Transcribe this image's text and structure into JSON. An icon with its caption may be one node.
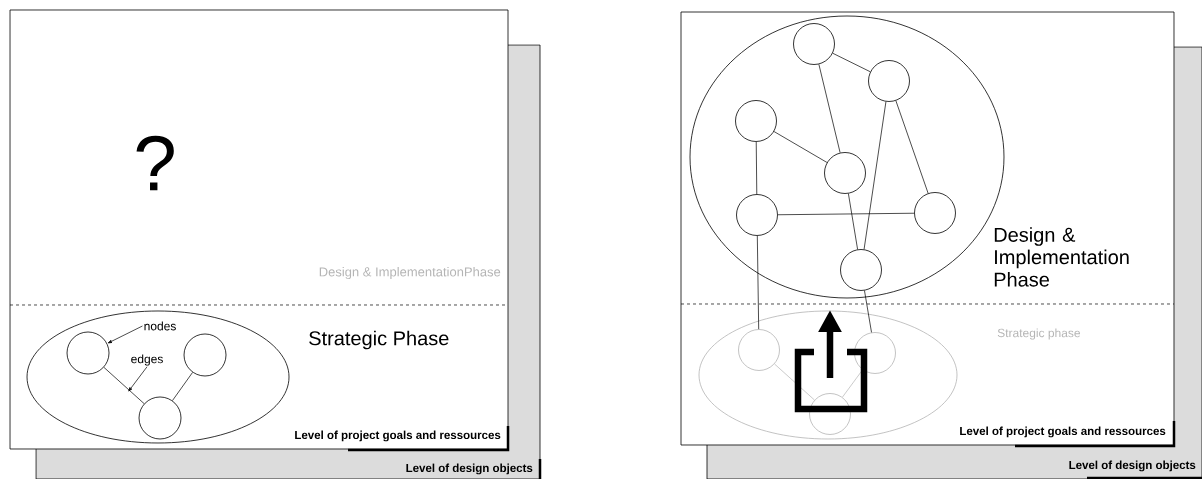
{
  "diagram": {
    "nodes": [
      {
        "text": [
          "?",
          "Design & ImplementationPhase",
          "Strategic Phase",
          "Level of project goals and ressources"
        ]
      },
      {
        "text": [],
        "shape": "ellipse",
        "in": 0
      },
      {
        "text": [],
        "shape": "circle",
        "in": 1
      },
      {
        "text": [],
        "shape": "circle",
        "in": 1
      },
      {
        "text": [],
        "shape": "circle",
        "in": 1
      },
      {
        "text": [
          "nodes"
        ],
        "in": 1
      },
      {
        "text": [
          "edges"
        ],
        "in": 1
      },
      {
        "text": [
          "Design & Implementation Phase",
          "Strategic phase",
          "Level of project goals and ressources"
        ]
      },
      {
        "text": [],
        "shape": "ellipse",
        "in": 7
      },
      {
        "text": [],
        "shape": "circle",
        "in": 8
      },
      {
        "text": [],
        "shape": "circle",
        "in": 8
      },
      {
        "text": [],
        "shape": "circle",
        "in": 8
      },
      {
        "text": [],
        "shape": "circle",
        "in": 8
      },
      {
        "text": [],
        "shape": "circle",
        "in": 8
      },
      {
        "text": [],
        "shape": "circle",
        "in": 8
      },
      {
        "text": [],
        "shape": "circle",
        "in": 8
      },
      {
        "text": [],
        "shape": "ellipse",
        "in": 7
      },
      {
        "text": [],
        "shape": "circle",
        "in": 16
      },
      {
        "text": [],
        "shape": "circle",
        "in": 16
      },
      {
        "text": [],
        "shape": "circle",
        "in": 16
      }
    ],
    "edges": [
      {
        "from": 2,
        "to": 4,
        "arrow": "none"
      },
      {
        "from": 3,
        "to": 4,
        "arrow": "none"
      },
      {
        "from": 5,
        "to": 2,
        "arrow": "to"
      },
      {
        "from": 6,
        "to": null,
        "arrow": "to"
      },
      {
        "from": 9,
        "to": 10,
        "arrow": "none"
      },
      {
        "from": 9,
        "to": 12,
        "arrow": "none"
      },
      {
        "from": 11,
        "to": 12,
        "arrow": "none"
      },
      {
        "from": 11,
        "to": 13,
        "arrow": "none"
      },
      {
        "from": 10,
        "to": 15,
        "arrow": "none"
      },
      {
        "from": 10,
        "to": 14,
        "arrow": "none"
      },
      {
        "from": 13,
        "to": 14,
        "arrow": "none"
      },
      {
        "from": 12,
        "to": 15,
        "arrow": "none"
      },
      {
        "from": 13,
        "to": 17,
        "arrow": "none"
      },
      {
        "from": 15,
        "to": 18,
        "arrow": "none"
      },
      {
        "from": 17,
        "to": 19,
        "arrow": "none",
        "color": "#b4b4b4"
      },
      {
        "from": 18,
        "to": 19,
        "arrow": "none",
        "color": "#b4b4b4"
      }
    ],
    "labels": [
      "Level of design objects",
      "Level of design objects"
    ]
  }
}
